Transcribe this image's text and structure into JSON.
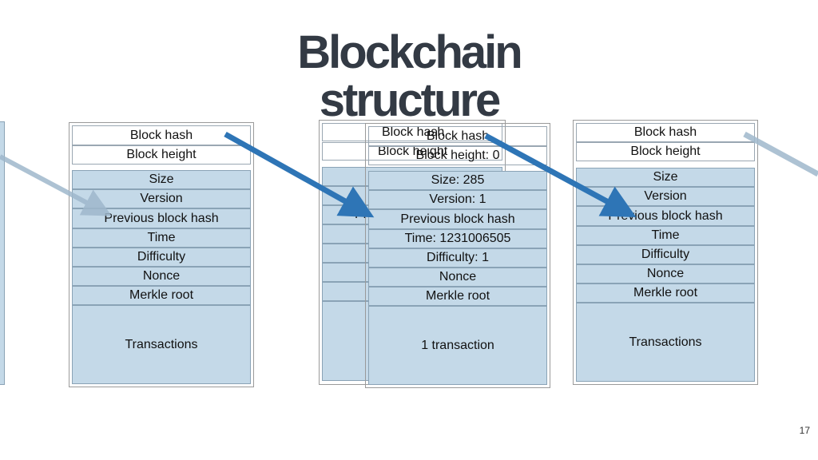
{
  "slide": {
    "title_line1": "Blockchain",
    "title_line2": "structure",
    "page_number": "17"
  },
  "left_block": {
    "header": [
      "Block hash",
      "Block height"
    ],
    "fields": [
      "Size",
      "Version",
      "Previous block hash",
      "Time",
      "Difficulty",
      "Nonce",
      "Merkle root"
    ],
    "transactions": "Transactions"
  },
  "back_block": {
    "header": [
      "Block hash",
      "Block height"
    ],
    "prev_fragment": "Pr"
  },
  "genesis_block": {
    "header": [
      "Block hash",
      "Block height: 0"
    ],
    "fields": [
      "Size: 285",
      "Version: 1",
      "Previous block hash",
      "Time: 1231006505",
      "Difficulty: 1",
      "Nonce",
      "Merkle root"
    ],
    "transactions": "1 transaction"
  },
  "right_block": {
    "header": [
      "Block hash",
      "Block height"
    ],
    "fields": [
      "Size",
      "Version",
      "Previous block hash",
      "Time",
      "Difficulty",
      "Nonce",
      "Merkle root"
    ],
    "transactions": "Transactions"
  },
  "colors": {
    "field_fill": "#c4d9e8",
    "arrow": "#2e75b6",
    "arrow_faded": "#9fb8cc",
    "title": "#333a44"
  }
}
